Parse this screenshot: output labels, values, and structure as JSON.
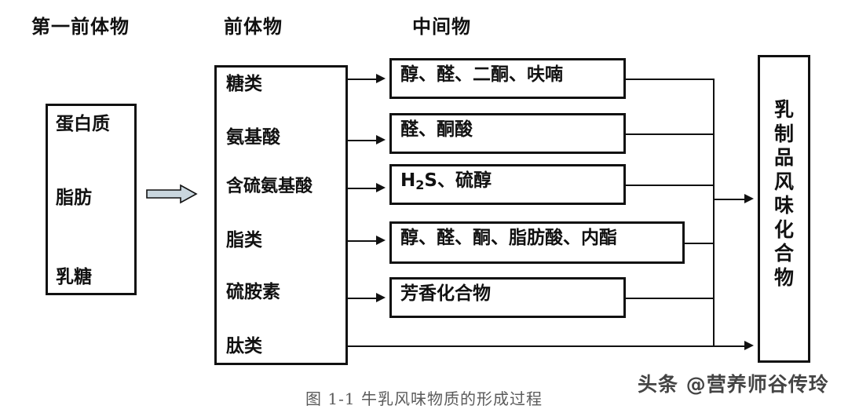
{
  "diagram": {
    "caption": "图 1-1 牛乳风味物质的形成过程",
    "watermark": "头条 @营养师谷传玲",
    "colors": {
      "stroke": "#111111",
      "background": "#ffffff",
      "block_arrow_fill": "#c9d6de",
      "caption_text": "#5a5a5a"
    },
    "headers": [
      {
        "label": "第一前体物"
      },
      {
        "label": "前体物"
      },
      {
        "label": "中间物"
      }
    ],
    "first_precursor": {
      "title": "第一前体物",
      "items": [
        {
          "label": "蛋白质"
        },
        {
          "label": "脂肪"
        },
        {
          "label": "乳糖"
        }
      ]
    },
    "precursors": {
      "title": "前体物",
      "items": [
        {
          "label": "糖类"
        },
        {
          "label": "氨基酸"
        },
        {
          "label": "含硫氨基酸"
        },
        {
          "label": "脂类"
        },
        {
          "label": "硫胺素"
        },
        {
          "label": "肽类"
        }
      ]
    },
    "intermediates": {
      "title": "中间物",
      "items": [
        {
          "label": "醇、醛、二酮、呋喃",
          "source": "糖类"
        },
        {
          "label": "醛、酮酸",
          "source": "氨基酸"
        },
        {
          "label": "H2S、硫醇",
          "label_prefix": "H",
          "label_sub": "2",
          "label_suffix": "S、硫醇",
          "source": "含硫氨基酸"
        },
        {
          "label": "醇、醛、酮、脂肪酸、内酯",
          "source": "脂类"
        },
        {
          "label": "芳香化合物",
          "source": "硫胺素"
        }
      ]
    },
    "final_product": {
      "label": "乳制品风味化合物",
      "orientation": "vertical"
    }
  }
}
